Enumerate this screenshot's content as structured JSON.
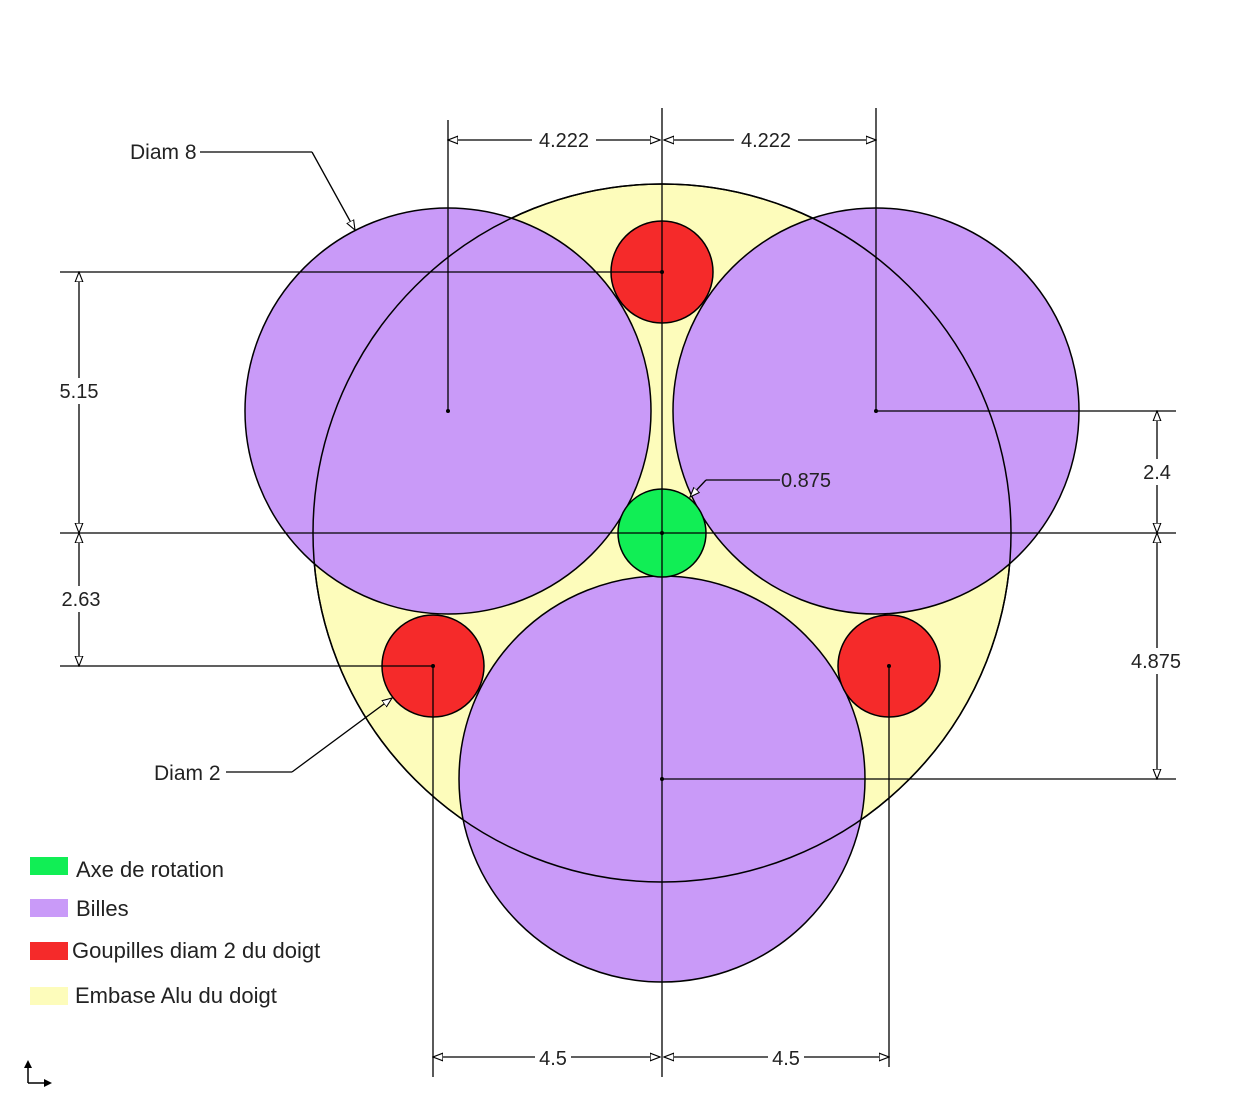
{
  "colors": {
    "axe": "#11ee55",
    "billes": "#c99af8",
    "goupilles": "#f52a2a",
    "embase": "#fdfcbb"
  },
  "dimensions": {
    "top_left": "4.222",
    "top_right": "4.222",
    "left_upper": "5.15",
    "left_lower": "2.63",
    "right_upper": "2.4",
    "right_lower": "4.875",
    "center_diam": "0.875",
    "bottom_left": "4.5",
    "bottom_right": "4.5"
  },
  "callouts": {
    "ball_diameter": "Diam 8",
    "pin_diameter": "Diam 2"
  },
  "legend": [
    {
      "label": "Axe de rotation",
      "color_key": "axe"
    },
    {
      "label": "Billes",
      "color_key": "billes"
    },
    {
      "label": "Goupilles diam 2 du doigt",
      "color_key": "goupilles"
    },
    {
      "label": "Embase Alu du doigt",
      "color_key": "embase"
    }
  ]
}
